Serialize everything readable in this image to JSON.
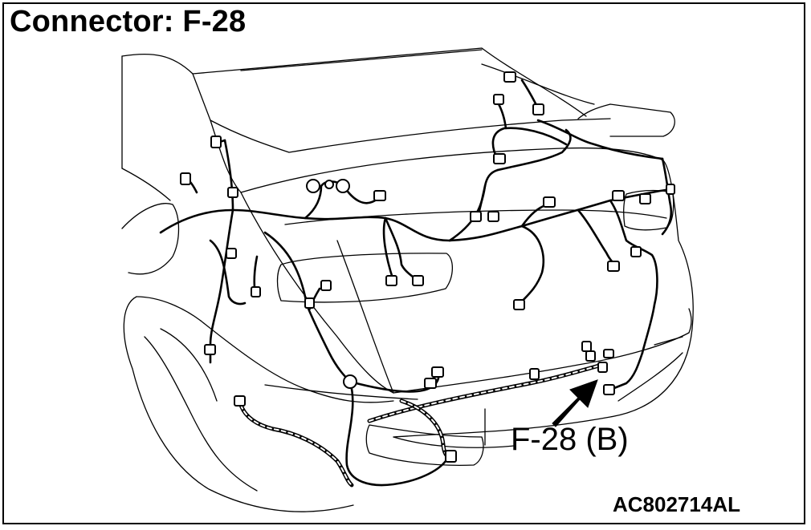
{
  "title": "Connector: F-28",
  "callout_label": "F-28 (B)",
  "figure_code": "AC802714AL",
  "line_color": "#000000",
  "background_color": "#ffffff"
}
